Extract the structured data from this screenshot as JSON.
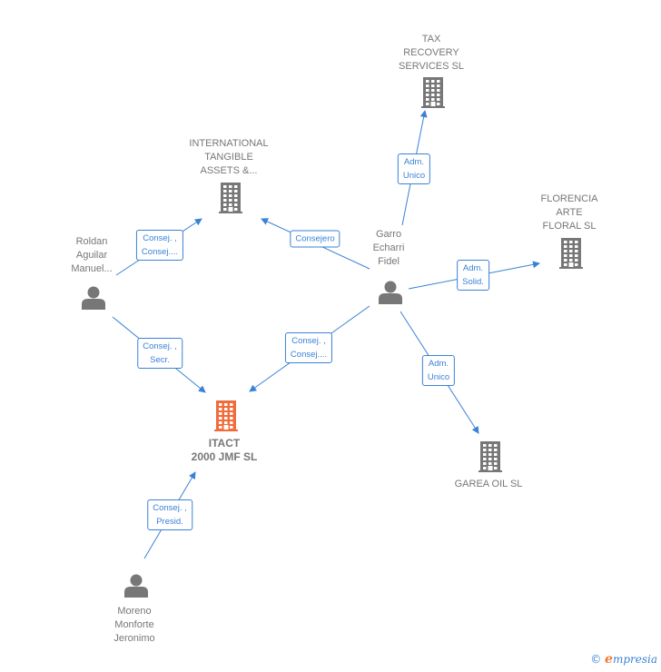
{
  "nodes": [
    {
      "id": "tax",
      "type": "company",
      "label": "TAX\nRECOVERY\nSERVICES  SL"
    },
    {
      "id": "intl",
      "type": "company",
      "label": "INTERNATIONAL\nTANGIBLE\nASSETS &..."
    },
    {
      "id": "florencia",
      "type": "company",
      "label": "FLORENCIA\nARTE\nFLORAL SL"
    },
    {
      "id": "itact",
      "type": "company",
      "main": true,
      "label": "ITACT\n2000 JMF  SL"
    },
    {
      "id": "garea",
      "type": "company",
      "label": "GAREA OIL SL"
    },
    {
      "id": "roldan",
      "type": "person",
      "label": "Roldan\nAguilar\nManuel..."
    },
    {
      "id": "garro",
      "type": "person",
      "label": "Garro\nEcharri\nFidel"
    },
    {
      "id": "moreno",
      "type": "person",
      "label": "Moreno\nMonforte\nJeronimo"
    }
  ],
  "edges": [
    {
      "from": "garro",
      "to": "tax",
      "label": "Adm.\nUnico"
    },
    {
      "from": "garro",
      "to": "intl",
      "label": "Consejero"
    },
    {
      "from": "garro",
      "to": "florencia",
      "label": "Adm.\nSolid."
    },
    {
      "from": "garro",
      "to": "itact",
      "label": "Consej. ,\nConsej...."
    },
    {
      "from": "garro",
      "to": "garea",
      "label": "Adm.\nUnico"
    },
    {
      "from": "roldan",
      "to": "intl",
      "label": "Consej. ,\nConsej...."
    },
    {
      "from": "roldan",
      "to": "itact",
      "label": "Consej. ,\nSecr."
    },
    {
      "from": "moreno",
      "to": "itact",
      "label": "Consej. ,\nPresid."
    }
  ],
  "colors": {
    "edge": "#3a82d6",
    "icon": "#777777",
    "main_icon": "#f26b3a",
    "label_text": "#777777"
  },
  "footer": {
    "copyright": "©",
    "brand": "mpresia",
    "brand_initial": "e"
  }
}
